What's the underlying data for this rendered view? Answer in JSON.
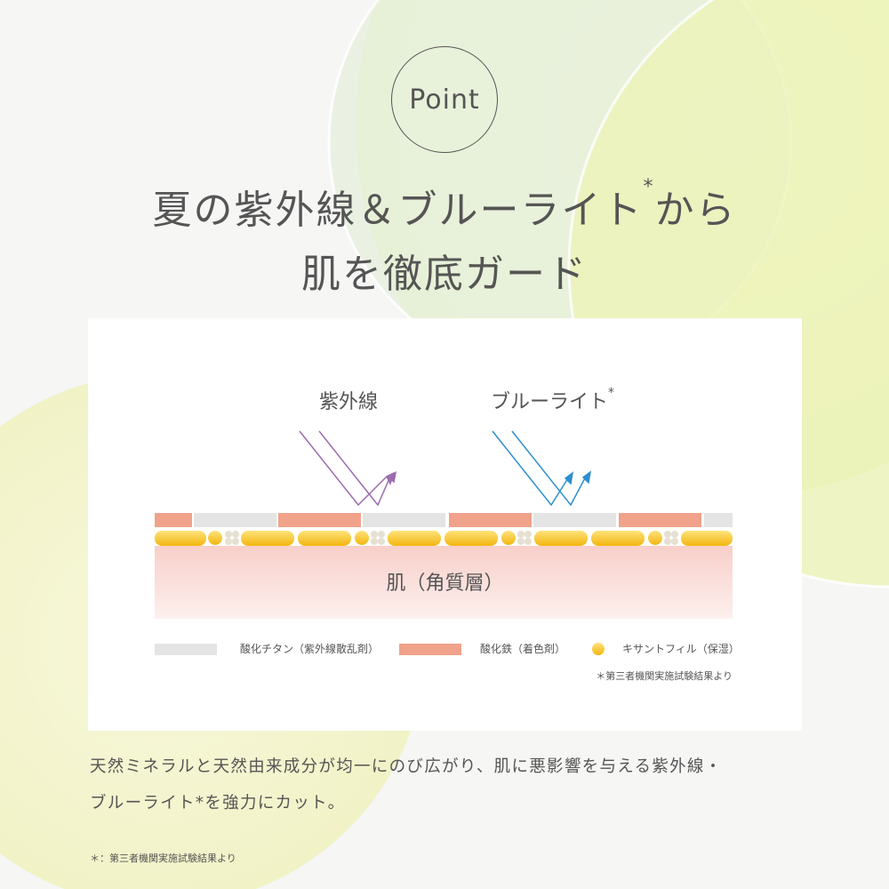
{
  "badge": {
    "label": "Point"
  },
  "headline": {
    "line1_main": "夏の紫外線＆ブルーライト",
    "line1_mark": "*",
    "line1_tail": "から",
    "line2": "肌を徹底ガード"
  },
  "diagram": {
    "uv_label": "紫外線",
    "blue_label": "ブルーライト",
    "blue_mark": "*",
    "skin_label": "肌（角質層）",
    "legend": [
      {
        "text": "酸化チタン（紫外線散乱剤）"
      },
      {
        "text": "酸化鉄（着色剤）"
      },
      {
        "text": "キサントフィル（保湿）"
      }
    ],
    "note": "＊第三者機関実施試験結果より",
    "colors": {
      "uv_ray": "#9b6cae",
      "blue_ray": "#2d8fcf",
      "iron_oxide": "#f0a28a",
      "titanium": "#e4e4e4",
      "xanthophyll": "#f7c21f",
      "skin": "#f9d7d2"
    }
  },
  "body": {
    "line1": "天然ミネラルと天然由来成分が均一にのび広がり、肌に悪影響を与える紫外線・",
    "line2": "ブルーライト*を強力にカット。"
  },
  "footnote": "＊：第三者機関実施試験結果より"
}
